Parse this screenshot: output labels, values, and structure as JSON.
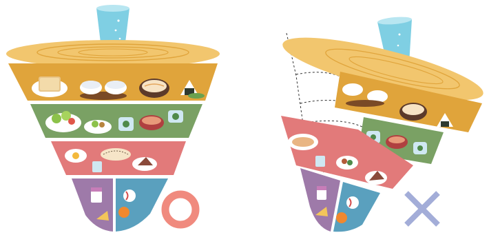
{
  "correct_mark": {
    "symbol": "circle",
    "color": "#f08a7e"
  },
  "wrong_mark": {
    "symbol": "cross",
    "color": "#a3add8"
  },
  "colors": {
    "top_disc": "#f2c66e",
    "grain_band": "#e0a43b",
    "vegetable_band": "#7aa164",
    "protein_band": "#e27a7a",
    "milk_band": "#9e7aa9",
    "fruit_band": "#5aa0be",
    "water": "#7fcfe3",
    "divider": "#ffffff"
  },
  "spinning_tops": [
    {
      "id": "balanced",
      "tilt": "upright",
      "verdict": "correct"
    },
    {
      "id": "unbalanced",
      "tilt": "tilted",
      "verdict": "wrong"
    }
  ]
}
